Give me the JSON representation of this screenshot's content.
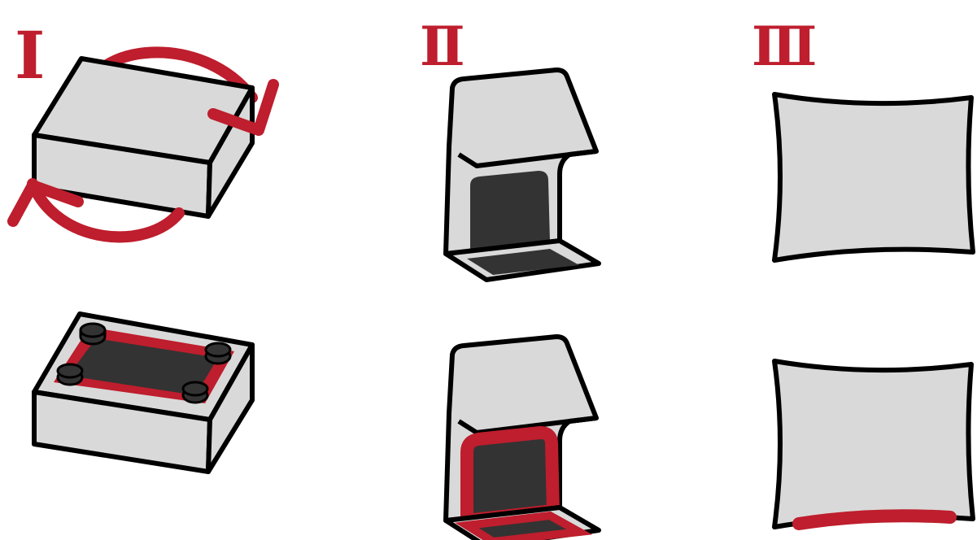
{
  "panels": [
    {
      "numeral": "I"
    },
    {
      "numeral": "Ⅱ"
    },
    {
      "numeral": "Ⅲ"
    }
  ],
  "colors": {
    "accent_red": "#BE1E2D",
    "fill_gray": "#D9D9D9",
    "dark_fill": "#333333",
    "outline": "#000000"
  },
  "icons": [
    "rotate-arrow-icon",
    "box-icon",
    "fastener-icon",
    "bracket-icon",
    "panel-icon"
  ]
}
